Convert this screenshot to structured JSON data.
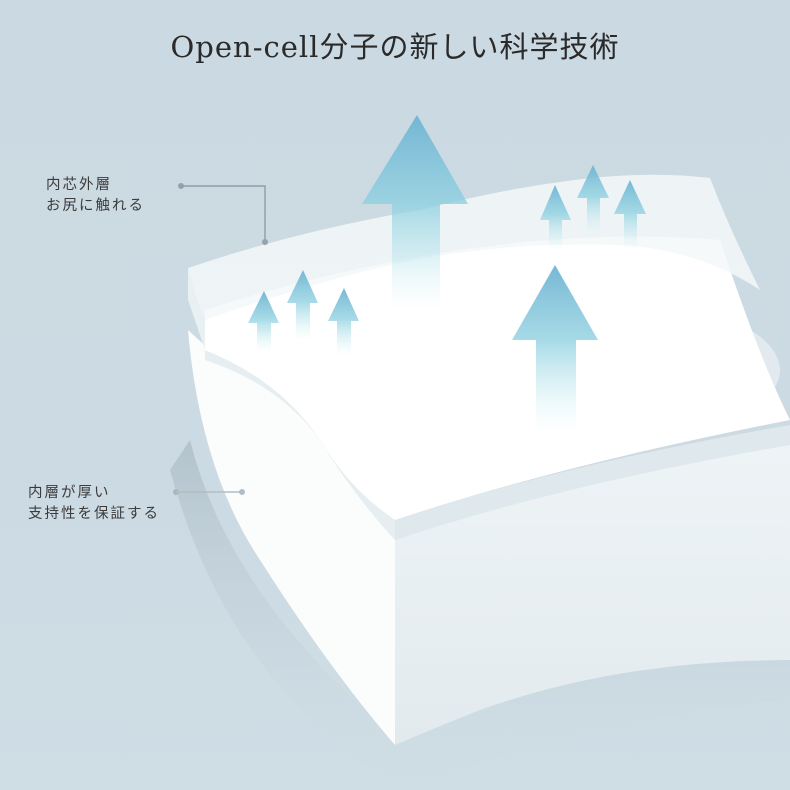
{
  "title": "Open-cell分子の新しい科学技術",
  "callouts": [
    {
      "line1": "内芯外層",
      "line2": "お尻に触れる"
    },
    {
      "line1": "内層が厚い",
      "line2": "支持性を保証する"
    }
  ],
  "colors": {
    "background": "#cddbe3",
    "arrow": "#6fb6d2",
    "pad": "#ffffff",
    "leader_line": "#8e9ea6"
  }
}
